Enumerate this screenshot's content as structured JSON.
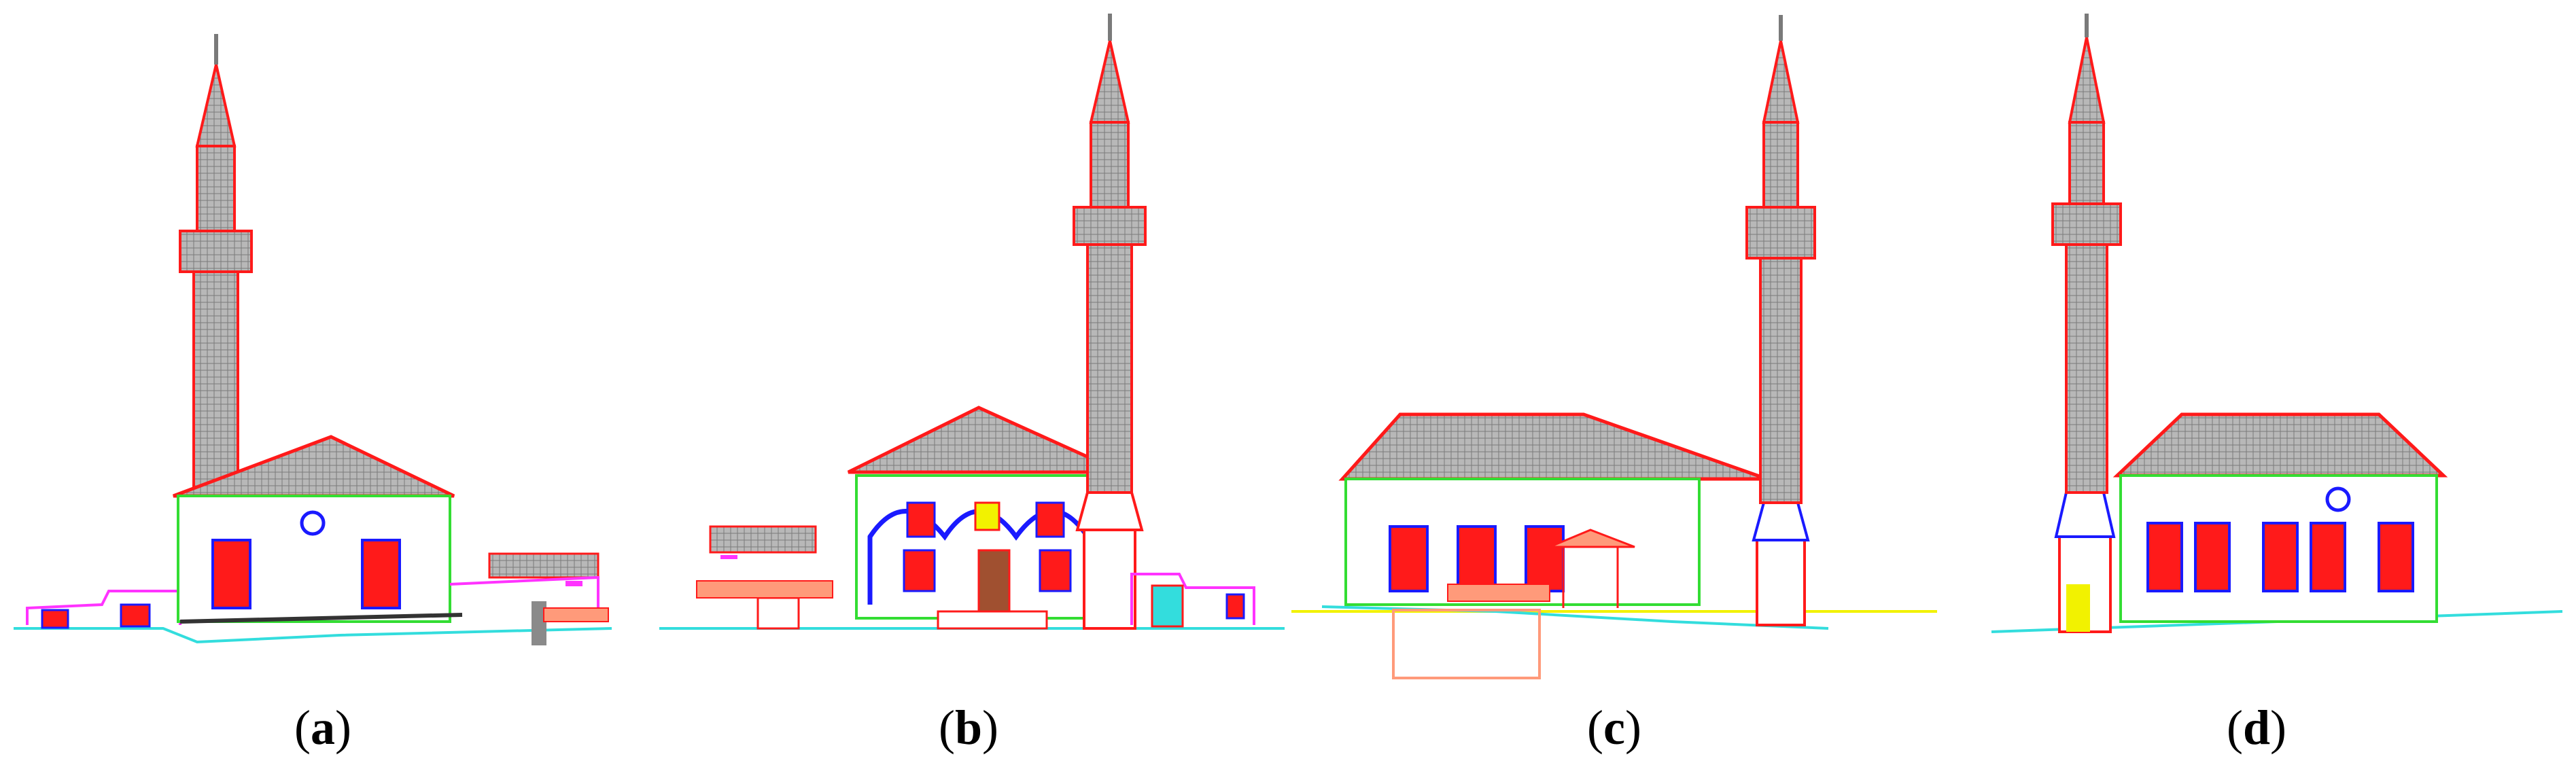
{
  "figure": {
    "panels": [
      {
        "id": "a",
        "caption_open": "(",
        "caption_letter": "a",
        "caption_close": ")"
      },
      {
        "id": "b",
        "caption_open": "(",
        "caption_letter": "b",
        "caption_close": ")"
      },
      {
        "id": "c",
        "caption_open": "(",
        "caption_letter": "c",
        "caption_close": ")"
      },
      {
        "id": "d",
        "caption_open": "(",
        "caption_letter": "d",
        "caption_close": ")"
      }
    ]
  },
  "colors": {
    "outline_red": "#ff1a1a",
    "window_blue": "#1a1aff",
    "wall_green": "#33dd33",
    "roof_grey": "#9a9a9a",
    "ground_cyan": "#33dddd",
    "annex_magenta": "#ff33ff",
    "ground_yellow": "#f2f200",
    "foundation_salmon": "#ff9a7a"
  }
}
